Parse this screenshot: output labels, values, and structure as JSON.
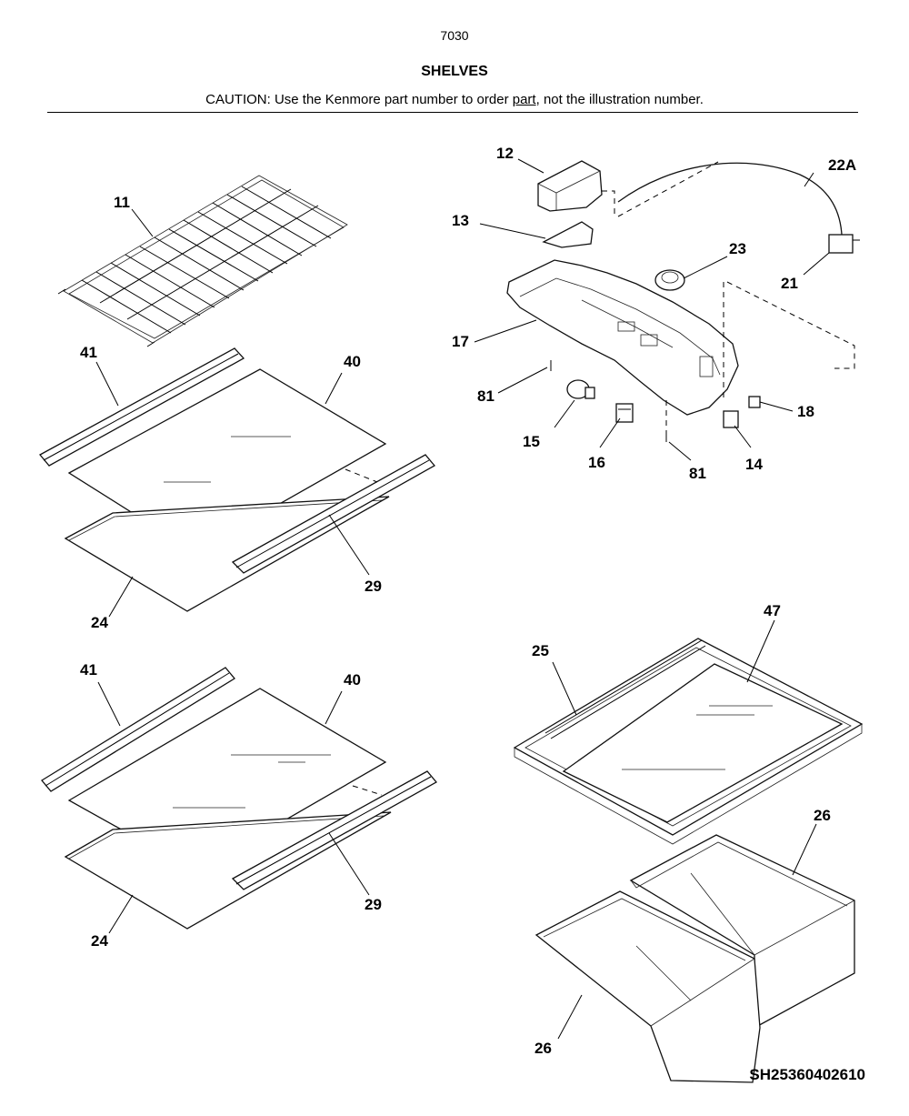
{
  "header": {
    "page_number": "7030",
    "title": "SHELVES",
    "caution_before": "CAUTION: Use the Kenmore part number to order ",
    "caution_link": "part",
    "caution_after": ", not the illustration number."
  },
  "callouts": {
    "c11": "11",
    "c12": "12",
    "c13": "13",
    "c22a": "22A",
    "c23": "23",
    "c21": "21",
    "c17": "17",
    "c81a": "81",
    "c15": "15",
    "c16": "16",
    "c81b": "81",
    "c14": "14",
    "c18": "18",
    "c41a": "41",
    "c40a": "40",
    "c29a": "29",
    "c24a": "24",
    "c41b": "41",
    "c40b": "40",
    "c29b": "29",
    "c24b": "24",
    "c25": "25",
    "c47": "47",
    "c26a": "26",
    "c26b": "26"
  },
  "footer": {
    "code": "SH25360402610"
  }
}
